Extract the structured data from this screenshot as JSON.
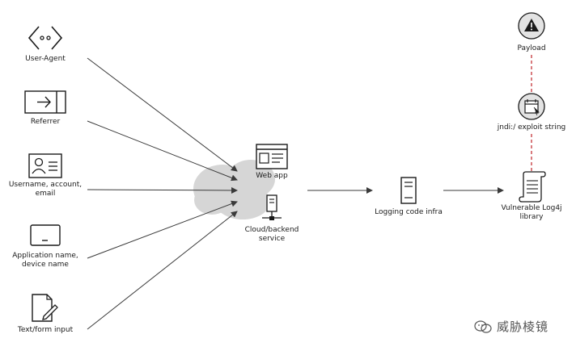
{
  "colors": {
    "stroke": "#1a1a1a",
    "arrow": "#3a3a3a",
    "cloud": "#d6d6d6",
    "dashed": "#c0242a",
    "circle_fill": "#e3e3e3",
    "watermark": "#555555"
  },
  "inputs": [
    {
      "label": "User-Agent",
      "icon": "code-brackets-icon"
    },
    {
      "label": "Referrer",
      "icon": "redirect-icon"
    },
    {
      "label": "Username, account,\nemail",
      "icon": "contact-card-icon"
    },
    {
      "label": "Application name,\ndevice name",
      "icon": "device-icon"
    },
    {
      "label": "Text/form input",
      "icon": "document-edit-icon"
    }
  ],
  "cloud": {
    "web_app": "Web app",
    "backend": "Cloud/backend\nservice"
  },
  "logging": {
    "label": "Logging code infra"
  },
  "library": {
    "label": "Vulnerable Log4j\nlibrary"
  },
  "payload": {
    "label": "Payload"
  },
  "exploit": {
    "label": "jndi:/ exploit string"
  },
  "watermark": {
    "text": "威胁棱镜"
  }
}
